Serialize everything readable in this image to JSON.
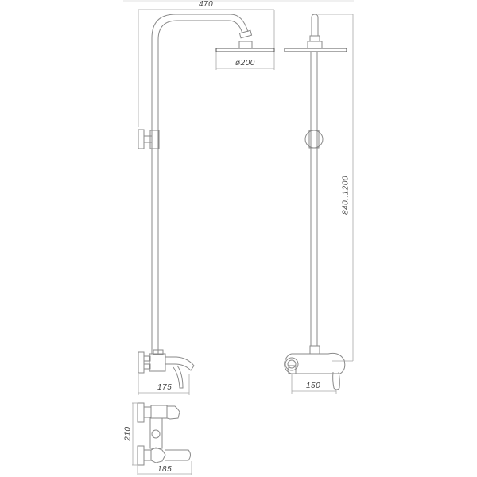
{
  "drawing": {
    "title": "Shower system dimension drawing",
    "views": [
      "side-view",
      "front-view",
      "mixer-detail-view"
    ],
    "dimensions": {
      "overall_width": "470",
      "head_diameter": "ø200",
      "height_range": "840..1200",
      "side_mixer_depth": "175",
      "front_mixer_center": "150",
      "detail_height": "210",
      "detail_width": "185"
    },
    "colors": {
      "line": "#8a8a8a",
      "dimension_line": "#a8a8a8",
      "background": "#ffffff"
    }
  }
}
